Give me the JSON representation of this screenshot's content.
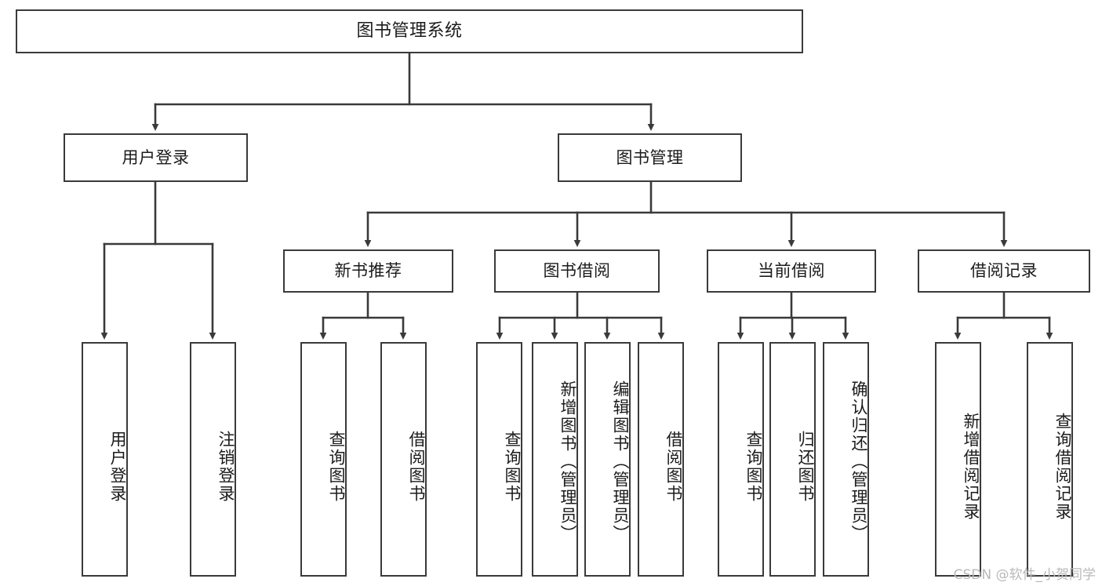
{
  "diagram": {
    "type": "tree",
    "title": "图书管理系统",
    "orientation": "top-down",
    "line_color": "#3a3a3a",
    "box_fill": "#ffffff",
    "text_color": "#1b1b1b",
    "watermark": "CSDN @软件_小贺同学",
    "nodes": {
      "root": {
        "label": "图书管理系统"
      },
      "level2": [
        {
          "id": "user-login",
          "label": "用户登录"
        },
        {
          "id": "book-manage",
          "label": "图书管理"
        }
      ],
      "level3": [
        {
          "id": "new-book-recommend",
          "label": "新书推荐",
          "parent": "book-manage"
        },
        {
          "id": "book-borrow",
          "label": "图书借阅",
          "parent": "book-manage"
        },
        {
          "id": "current-borrow",
          "label": "当前借阅",
          "parent": "book-manage"
        },
        {
          "id": "borrow-record",
          "label": "借阅记录",
          "parent": "book-manage"
        }
      ],
      "leaves": [
        {
          "id": "leaf-user-login",
          "label": "用户登录",
          "parent": "user-login"
        },
        {
          "id": "leaf-logout-login",
          "label": "注销登录",
          "parent": "user-login"
        },
        {
          "id": "leaf-query-book-1",
          "label": "查询图书",
          "parent": "new-book-recommend"
        },
        {
          "id": "leaf-borrow-book-1",
          "label": "借阅图书",
          "parent": "new-book-recommend"
        },
        {
          "id": "leaf-query-book-2",
          "label": "查询图书",
          "parent": "book-borrow"
        },
        {
          "id": "leaf-add-book",
          "label": "新增图书（管理员）",
          "parent": "book-borrow"
        },
        {
          "id": "leaf-edit-book",
          "label": "编辑图书（管理员）",
          "parent": "book-borrow"
        },
        {
          "id": "leaf-borrow-book-2",
          "label": "借阅图书",
          "parent": "book-borrow"
        },
        {
          "id": "leaf-query-book-3",
          "label": "查询图书",
          "parent": "current-borrow"
        },
        {
          "id": "leaf-return-book",
          "label": "归还图书",
          "parent": "current-borrow"
        },
        {
          "id": "leaf-confirm-return",
          "label": "确认归还（管理员）",
          "parent": "current-borrow"
        },
        {
          "id": "leaf-add-record",
          "label": "新增借阅记录",
          "parent": "borrow-record"
        },
        {
          "id": "leaf-query-record",
          "label": "查询借阅记录",
          "parent": "borrow-record"
        }
      ]
    }
  }
}
